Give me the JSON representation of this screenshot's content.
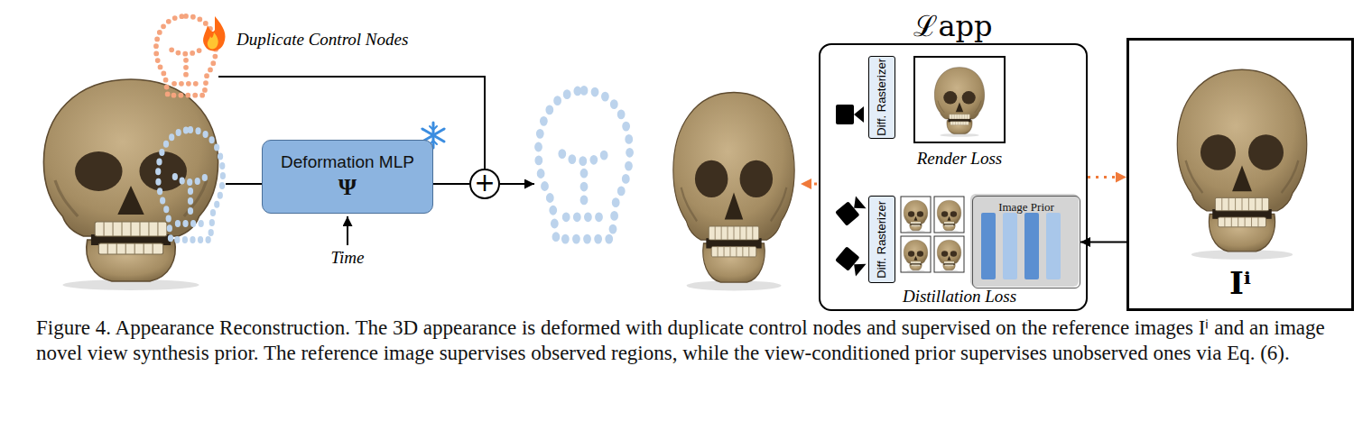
{
  "diagram": {
    "caption": "Figure 4. Appearance Reconstruction. The 3D appearance is deformed with duplicate control nodes and supervised on the reference images Iⁱ and an image novel view synthesis prior. The reference image supervises observed regions, while the view-conditioned prior supervises unobserved ones via Eq. (6).",
    "nodes": [
      {
        "text": [
          "Deformation MLP",
          "Ψ"
        ]
      },
      {
        "text": [
          "+"
        ]
      },
      {
        "text": [
          "ℒapp"
        ]
      },
      {
        "text": [
          "Diff. Rasterizer"
        ],
        "in": 2
      },
      {
        "text": [
          "Diff. Rasterizer"
        ],
        "in": 2
      },
      {
        "text": [
          "Image Prior"
        ],
        "in": 2
      },
      {
        "text": [
          "Iⁱ"
        ]
      }
    ],
    "edges": [
      {
        "from": 0,
        "to": 1,
        "arrow": "none"
      },
      {
        "from": 2,
        "to": 6,
        "arrow": "to"
      },
      {
        "from": 6,
        "to": 5,
        "arrow": "to"
      }
    ],
    "labels": [
      "Duplicate Control Nodes",
      "Time",
      "Render Loss",
      "Distillation Loss"
    ]
  }
}
